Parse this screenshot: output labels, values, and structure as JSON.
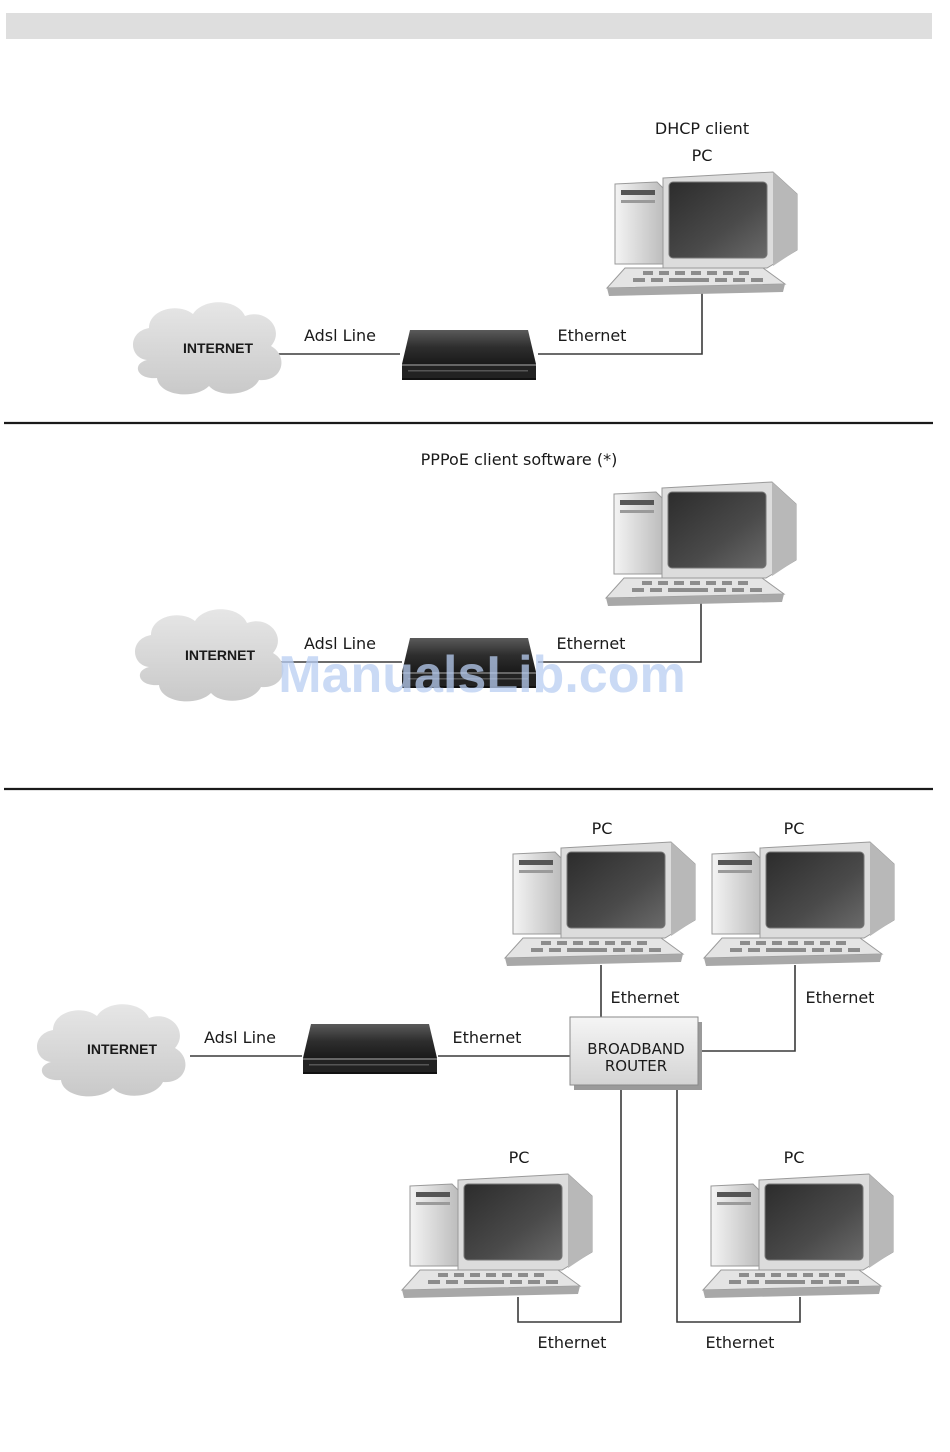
{
  "panels": {
    "top": {
      "pc_caption_line1": "DHCP client",
      "pc_caption_line2": "PC",
      "cloud_label": "INTERNET",
      "adsl_label": "Adsl Line",
      "ethernet_label": "Ethernet"
    },
    "middle": {
      "pc_caption": "PPPoE client software (*)",
      "cloud_label": "INTERNET",
      "adsl_label": "Adsl Line",
      "ethernet_label": "Ethernet"
    },
    "bottom": {
      "cloud_label": "INTERNET",
      "adsl_label": "Adsl Line",
      "ethernet_label": "Ethernet",
      "router_line1": "BROADBAND",
      "router_line2": "ROUTER",
      "pc_top_left": "PC",
      "pc_top_right": "PC",
      "pc_bottom_left": "PC",
      "pc_bottom_right": "PC",
      "eth_top_left": "Ethernet",
      "eth_top_right": "Ethernet",
      "eth_bottom_left": "Ethernet",
      "eth_bottom_right": "Ethernet"
    }
  },
  "watermark": "ManualsLib.com"
}
